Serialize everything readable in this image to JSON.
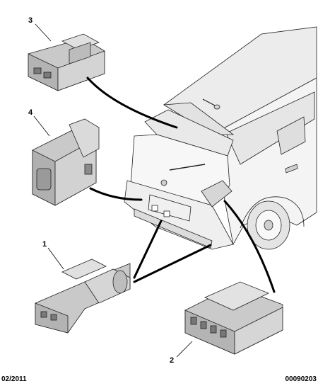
{
  "callouts": {
    "c1": "1",
    "c2": "2",
    "c3": "3",
    "c4": "4"
  },
  "footer": {
    "date": "02/2011",
    "reference": "00090203"
  },
  "colors": {
    "connector_fill": "#c9c9c9",
    "connector_dark": "#8a8a8a",
    "car_fill": "#f2f2f2",
    "line": "#000000"
  },
  "icons": [
    "connector-3",
    "connector-4",
    "connector-1",
    "connector-2",
    "car-rear-view"
  ]
}
